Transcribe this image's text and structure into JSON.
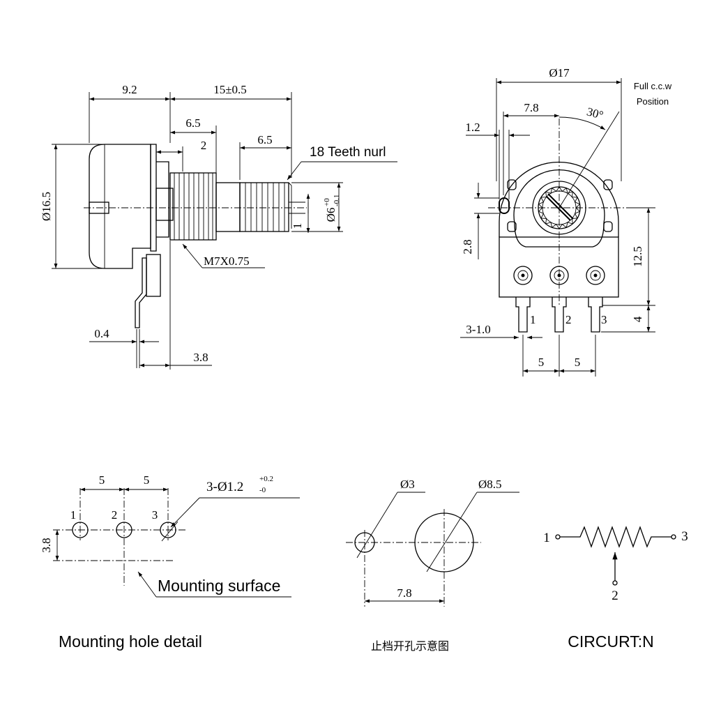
{
  "side_view": {
    "dim_body_depth": "9.2",
    "dim_shaft_length": "15±0.5",
    "dim_thread_length": "6.5",
    "dim_flat_length": "2",
    "dim_knurl_length": "6.5",
    "knurl_note": "18 Teeth nurl",
    "dim_body_diameter": "Ø16.5",
    "dim_shaft_diameter": "Ø6",
    "dim_shaft_tol_upper": "+0",
    "dim_shaft_tol_lower": "-0.1",
    "dim_flat_depth": "1",
    "thread_spec": "M7X0.75",
    "dim_terminal_thickness": "0.4",
    "dim_terminal_offset": "3.8"
  },
  "front_view": {
    "dim_diameter": "Ø17",
    "dim_stop_offset": "7.8",
    "dim_stop_width": "1.2",
    "dim_angle": "30°",
    "note_line1": "Full c.c.w",
    "note_line2": "Position",
    "dim_stop_height": "2.8",
    "dim_center_to_pins": "12.5",
    "dim_pin_length": "4",
    "dim_pin_width": "3-1.0",
    "pin_labels": [
      "1",
      "2",
      "3"
    ],
    "dim_pin_pitch_left": "5",
    "dim_pin_pitch_right": "5"
  },
  "mounting_hole_detail": {
    "title": "Mounting hole detail",
    "dim_pitch_left": "5",
    "dim_pitch_right": "5",
    "hole_spec": "3-Ø1.2",
    "hole_tol_upper": "+0.2",
    "hole_tol_lower": "-0",
    "hole_labels": [
      "1",
      "2",
      "3"
    ],
    "dim_height": "3.8",
    "surface_note": "Mounting surface"
  },
  "panel_cutout": {
    "title": "止档开孔示意图",
    "dim_small_hole": "Ø3",
    "dim_large_hole": "Ø8.5",
    "dim_spacing": "7.8"
  },
  "circuit": {
    "title": "CIRCURT:N",
    "terminal_left": "1",
    "terminal_right": "3",
    "terminal_wiper": "2"
  }
}
